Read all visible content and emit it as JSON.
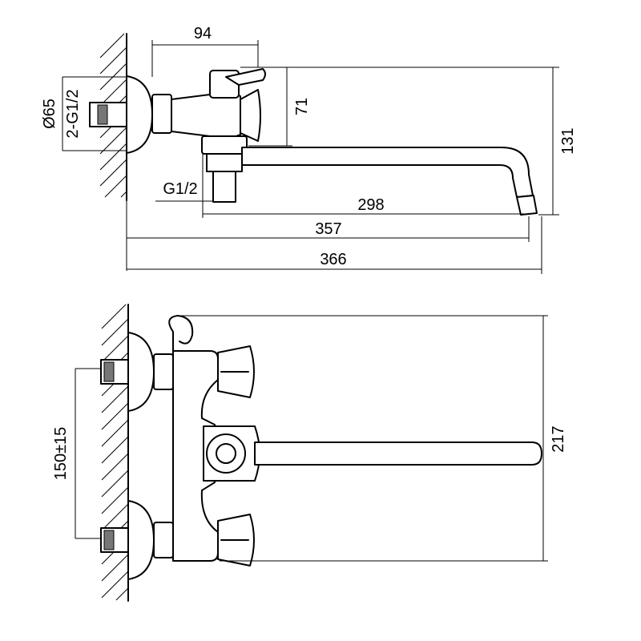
{
  "top_view": {
    "labels": {
      "width_body": "94",
      "height_body": "71",
      "height_total": "131",
      "spout_len": "298",
      "spout_reach": "357",
      "total_len": "366",
      "diameter": "Ø65",
      "connection_pair": "2-G1/2",
      "connection": "G1/2"
    }
  },
  "front_view": {
    "labels": {
      "height_total": "217",
      "inlet_spacing": "150±15"
    }
  }
}
